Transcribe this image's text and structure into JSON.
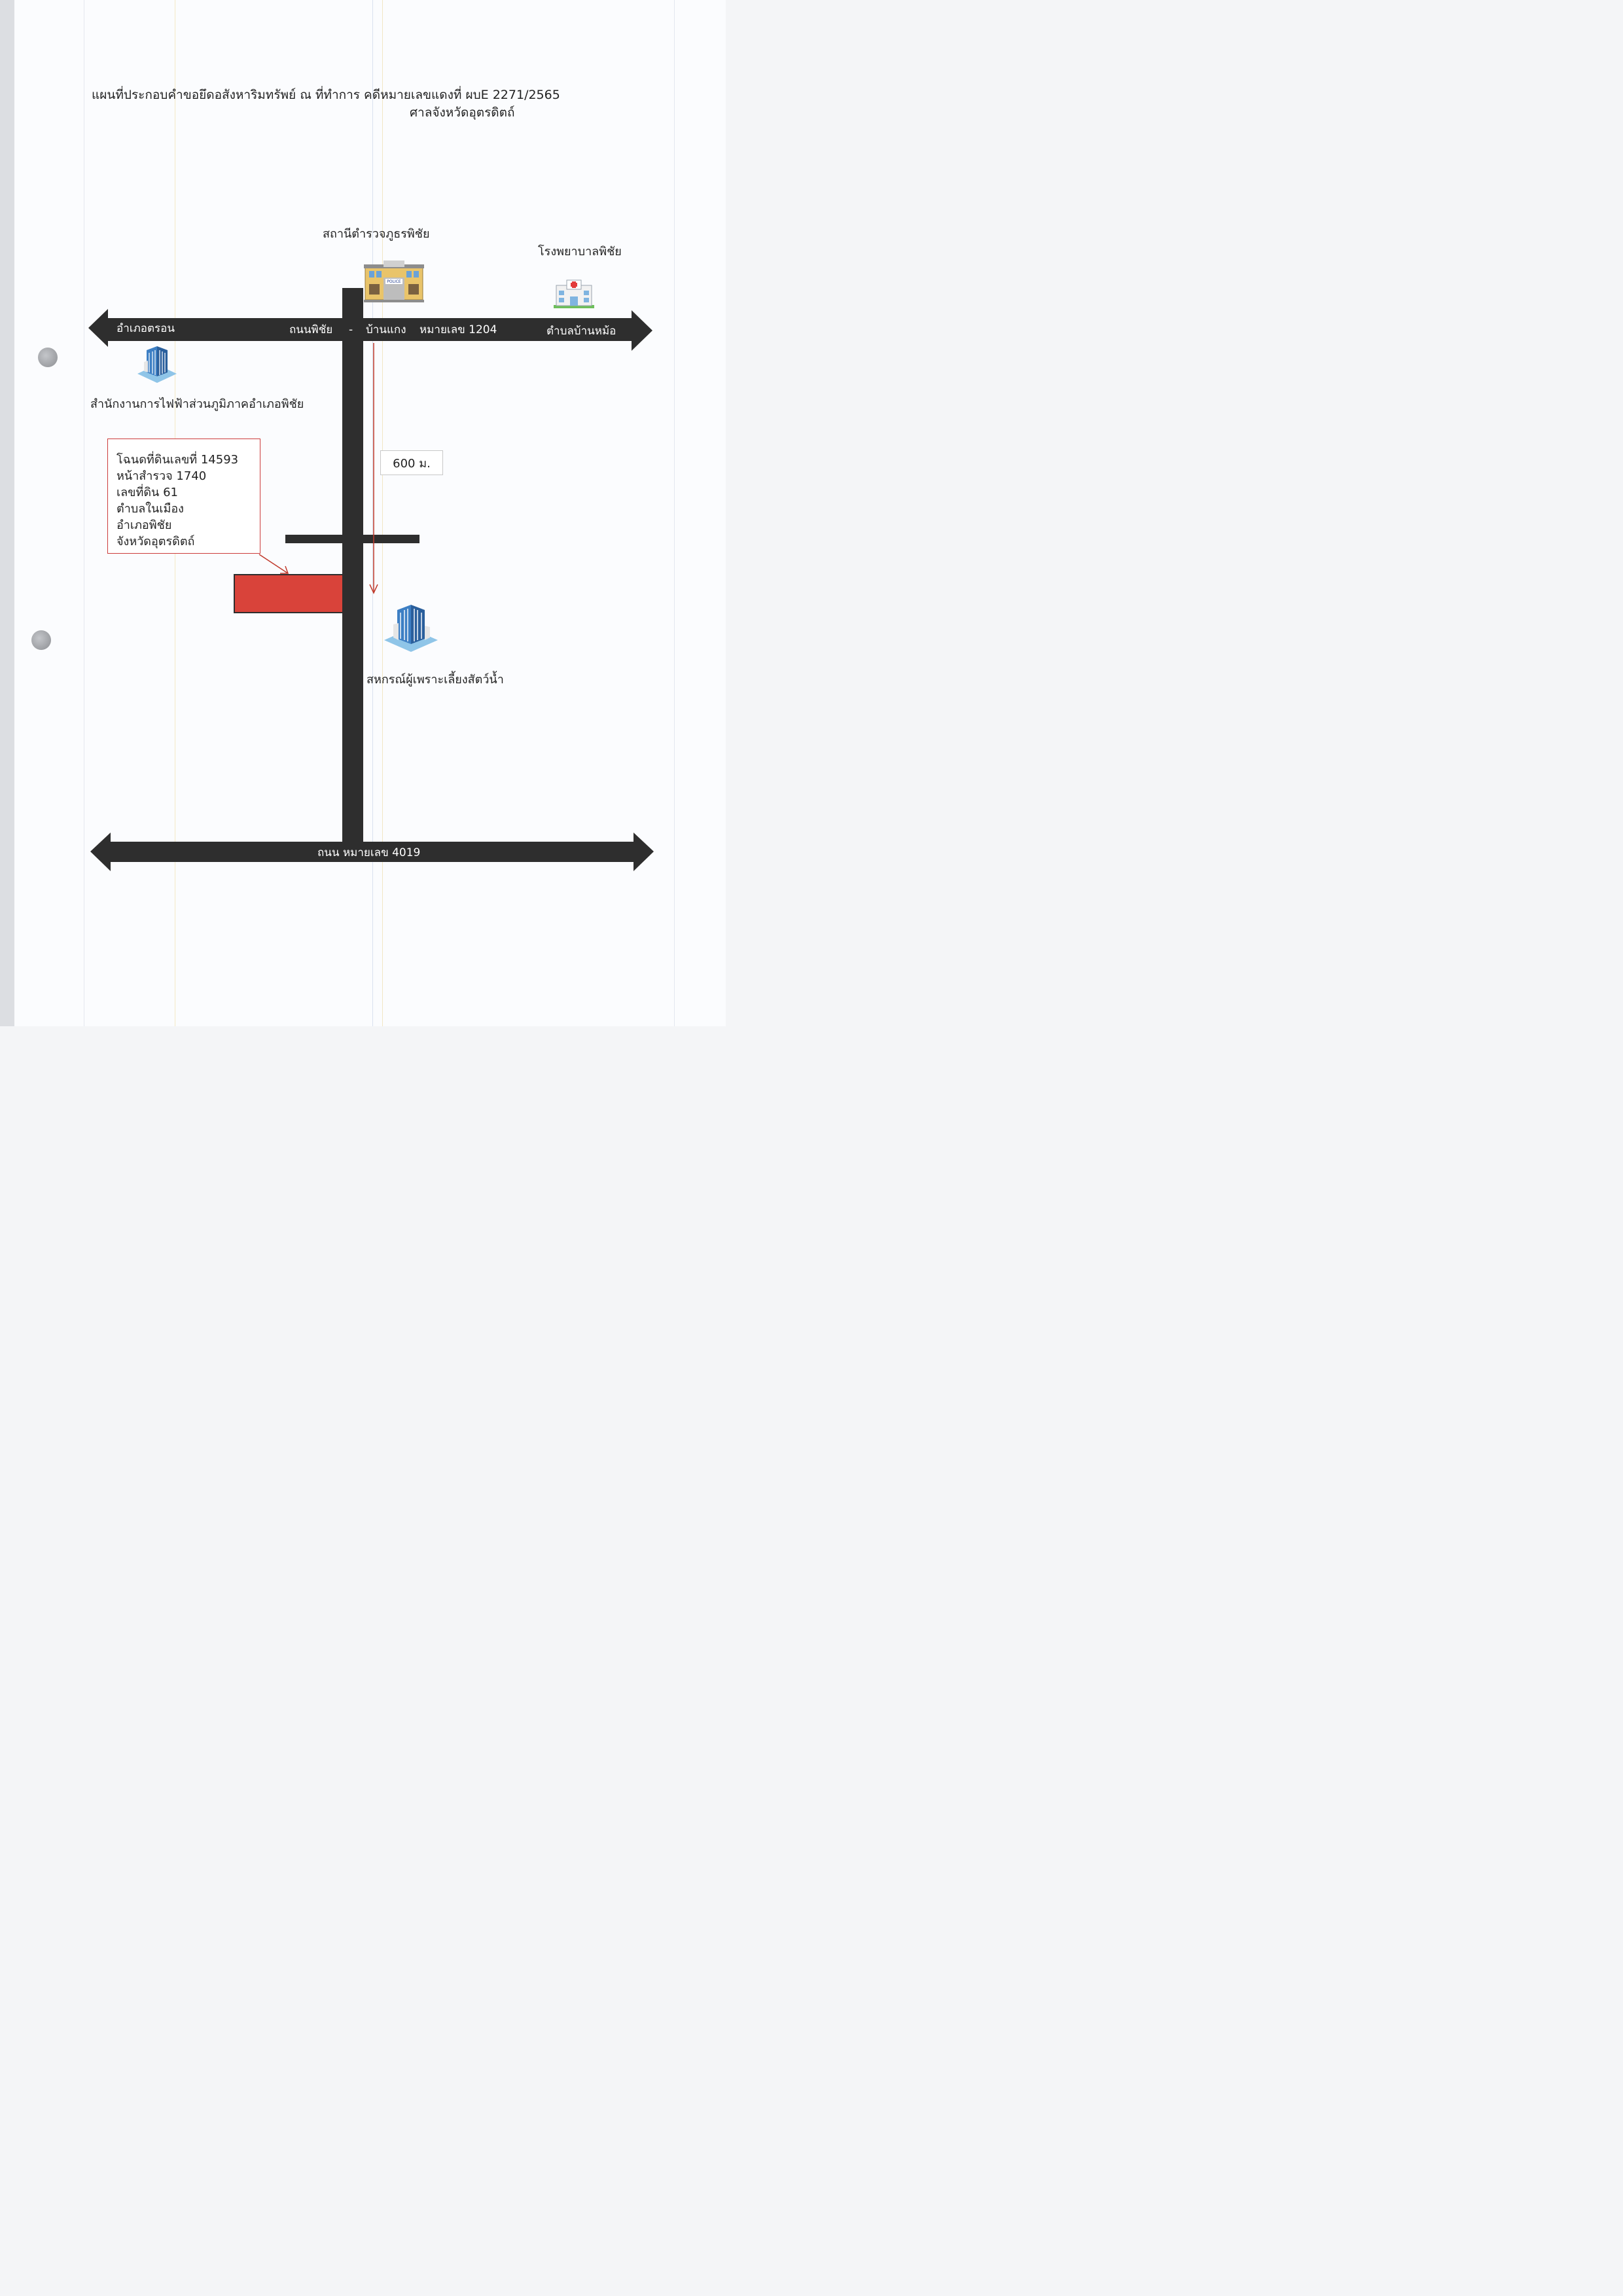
{
  "title": {
    "line1": "แผนที่ประกอบคำขอยึดอสังหาริมทรัพย์ ณ ที่ทำการ คดีหมายเลขแดงที่ ผบE 2271/2565",
    "line2": "ศาลจังหวัดอุตรดิตถ์"
  },
  "roads": {
    "top_left_label": "อำเภอตรอน",
    "top_center_label": "ถนนพิชัย",
    "top_dash": "-",
    "top_center_label2": "บ้านแกง",
    "top_route_label": "หมายเลข 1204",
    "top_right_label": "ตำบลบ้านหม้อ",
    "bottom_label": "ถนน หมายเลข 4019"
  },
  "landmarks": {
    "police_station": "สถานีตำรวจภูธรพิชัย",
    "police_sign": "POLICE",
    "hospital": "โรงพยาบาลพิชัย",
    "electricity_office": "สำนักงานการไฟฟ้าส่วนภูมิภาคอำเภอพิชัย",
    "cooperative": "สหกรณ์ผู้เพราะเลี้ยงสัตว์น้ำ"
  },
  "distance": "600 ม.",
  "deed": {
    "line1": "โฉนดที่ดินเลขที่ 14593",
    "line2": "หน้าสำรวจ 1740",
    "line3": "เลขที่ดิน 61",
    "line4": "ตำบลในเมือง",
    "line5": "อำเภอพิชัย",
    "line6": "จังหวัดอุตรดิตถ์"
  },
  "colors": {
    "road": "#2e2e2e",
    "parcel": "#d9433a",
    "arrow": "#c0392b",
    "callout_border": "#cc3b3b"
  },
  "icons": {
    "police": "police-station-icon",
    "hospital": "hospital-icon",
    "office_building": "office-building-icon",
    "cooperative_building": "cooperative-building-icon"
  }
}
